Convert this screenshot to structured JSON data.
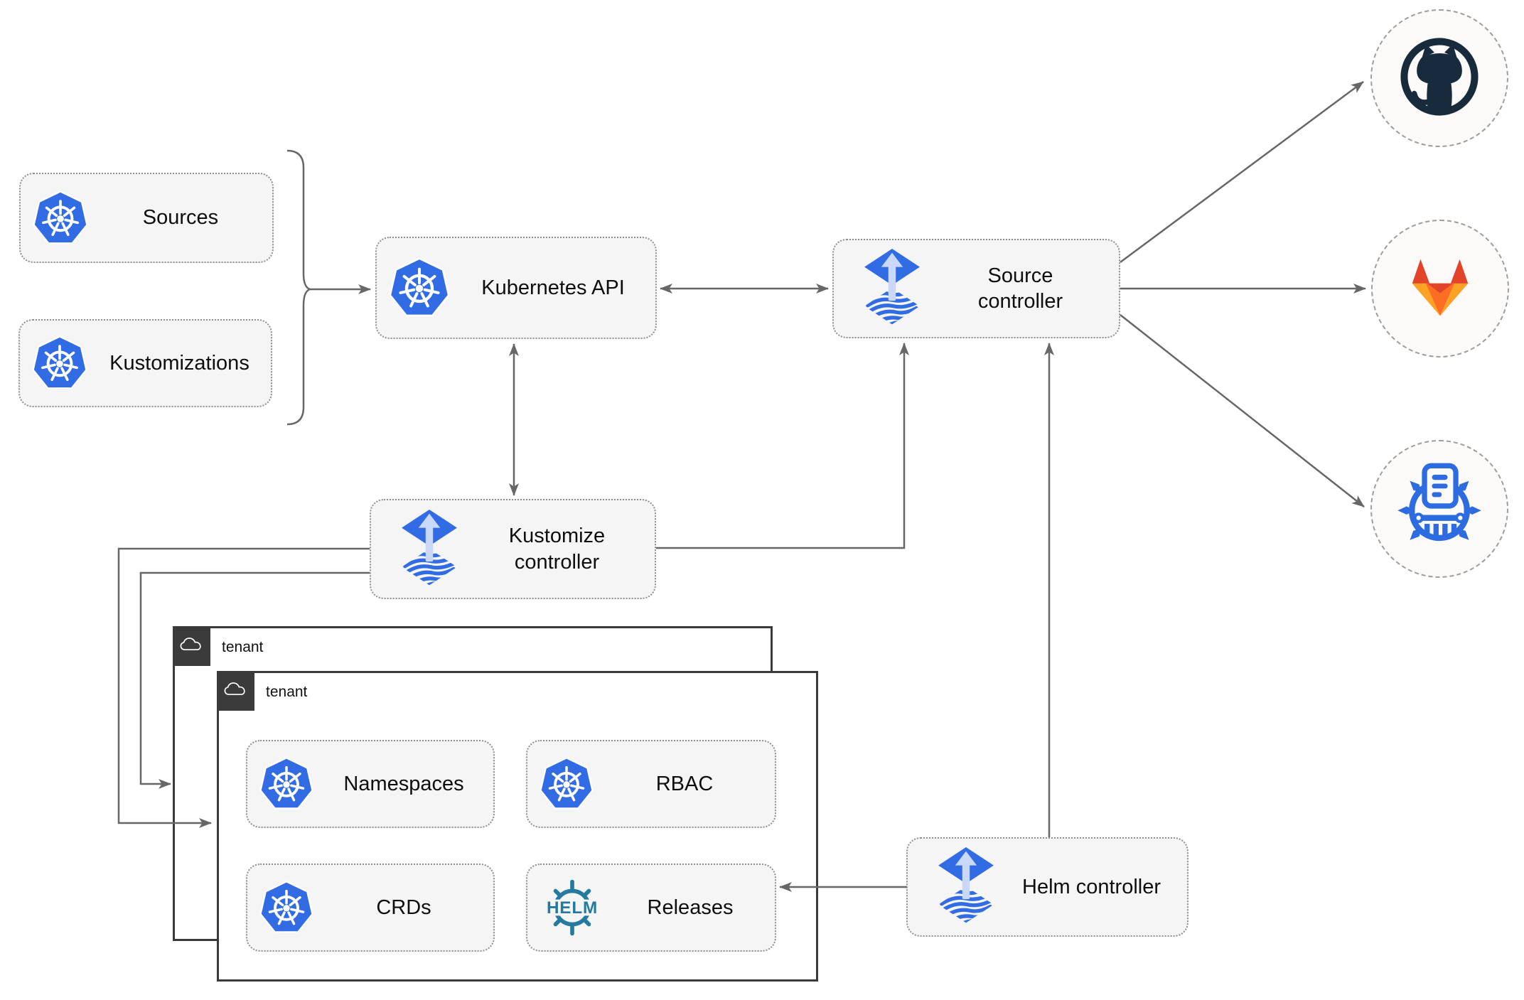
{
  "nodes": {
    "sources": {
      "label": "Sources",
      "icon": "kubernetes-icon"
    },
    "kustomizations": {
      "label": "Kustomizations",
      "icon": "kubernetes-icon"
    },
    "kubernetes_api": {
      "label": "Kubernetes API",
      "icon": "kubernetes-icon"
    },
    "source_controller": {
      "label": "Source controller",
      "icon": "flux-icon"
    },
    "kustomize_controller": {
      "label": "Kustomize controller",
      "icon": "flux-icon"
    },
    "helm_controller": {
      "label": "Helm controller",
      "icon": "flux-icon"
    },
    "namespaces": {
      "label": "Namespaces",
      "icon": "kubernetes-icon"
    },
    "rbac": {
      "label": "RBAC",
      "icon": "kubernetes-icon"
    },
    "crds": {
      "label": "CRDs",
      "icon": "kubernetes-icon"
    },
    "releases": {
      "label": "Releases",
      "icon": "helm-icon"
    }
  },
  "tenants": {
    "outer": {
      "label": "tenant",
      "icon": "cloud-icon"
    },
    "inner": {
      "label": "tenant",
      "icon": "cloud-icon"
    }
  },
  "remotes": {
    "github": {
      "icon": "github-icon"
    },
    "gitlab": {
      "icon": "gitlab-icon"
    },
    "chart_repository": {
      "icon": "chartmuseum-icon"
    }
  },
  "helm_logo_text": "HELM",
  "connections": [
    {
      "from": "sources+kustomizations",
      "to": "kubernetes_api",
      "type": "arrow"
    },
    {
      "from": "kubernetes_api",
      "to": "source_controller",
      "type": "bidirectional"
    },
    {
      "from": "kubernetes_api",
      "to": "kustomize_controller",
      "type": "bidirectional"
    },
    {
      "from": "kustomize_controller",
      "to": "source_controller",
      "type": "arrow"
    },
    {
      "from": "helm_controller",
      "to": "source_controller",
      "type": "arrow"
    },
    {
      "from": "helm_controller",
      "to": "releases",
      "type": "arrow"
    },
    {
      "from": "kustomize_controller",
      "to": "tenant_outer",
      "type": "arrow"
    },
    {
      "from": "kustomize_controller",
      "to": "tenant_inner",
      "type": "arrow"
    },
    {
      "from": "source_controller",
      "to": "github",
      "type": "arrow"
    },
    {
      "from": "source_controller",
      "to": "gitlab",
      "type": "arrow"
    },
    {
      "from": "source_controller",
      "to": "chart_repository",
      "type": "arrow"
    }
  ],
  "colors": {
    "kubernetes_blue": "#326ce5",
    "flux_blue": "#316ce4",
    "flux_arrow_light": "#c9d8f8",
    "helm_teal": "#277a9f",
    "github_dark": "#182b3d",
    "gitlab_red": "#e24329",
    "gitlab_orange": "#fc6d26",
    "gitlab_amber": "#fca326",
    "chartmuseum_blue": "#2c6be0",
    "arrow_gray": "#676767",
    "node_fill": "#f5f5f5",
    "node_border": "#8f8f8f",
    "tenant_border": "#3a3a3a",
    "tenant_header_bg": "#3b3b3b",
    "endpoint_fill": "#fbfaf8",
    "endpoint_border": "#9e9e9e",
    "label_color": "#0e0e0e"
  }
}
